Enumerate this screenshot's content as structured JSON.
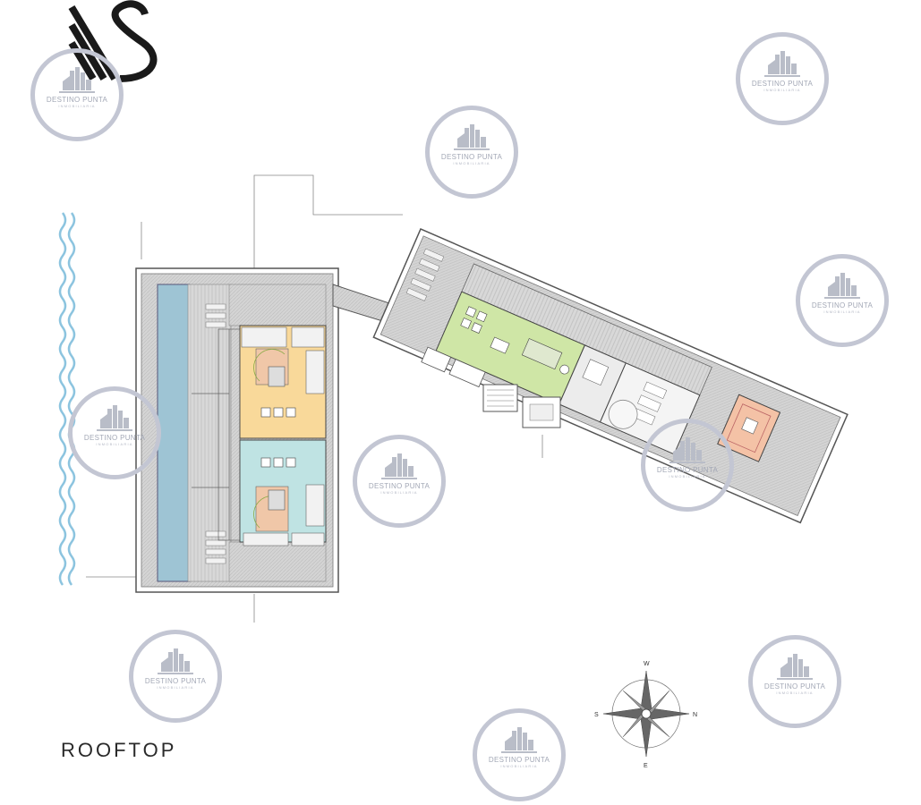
{
  "title": "ROOFTOP",
  "logo": {
    "name": "swan-logo",
    "color": "#1a1a1a"
  },
  "watermark": {
    "brand": "DESTINO PUNTA",
    "subtitle": "INMOBILIARIA",
    "ring_color": "#c3c6d3"
  },
  "compass": {
    "north": "N",
    "south": "S",
    "east": "E",
    "west": "W"
  },
  "colors": {
    "pool": "#9ec4d4",
    "unit_orange": "#f9d99a",
    "unit_teal": "#bfe3e3",
    "terrace_green": "#cfe6a6",
    "tower_salmon": "#f4c2a6",
    "roof": "#d2d2d2",
    "water_waves": "#8cc4df"
  }
}
